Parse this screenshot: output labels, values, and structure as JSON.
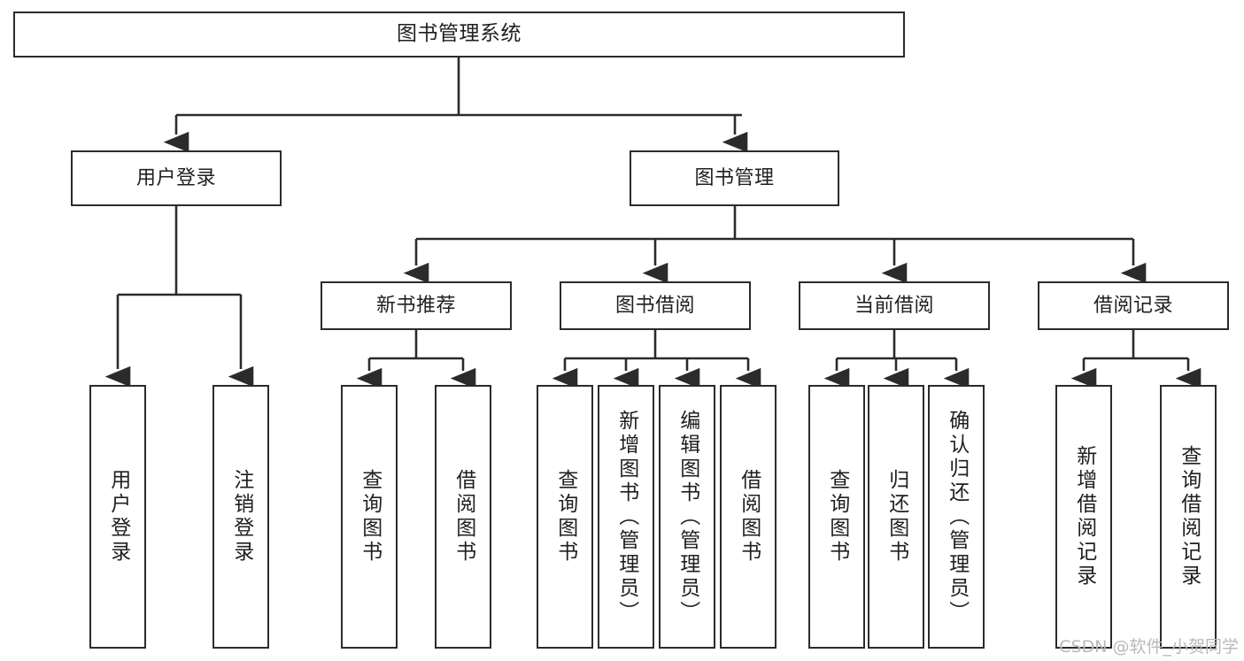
{
  "diagram": {
    "title": "图书管理系统",
    "type": "功能结构图",
    "watermark": "CSDN @软件_小贺同学",
    "style": {
      "box_border_color": "#2b2b2b",
      "box_fill_color": "#ffffff",
      "line_color": "#2b2b2b",
      "background": "#ffffff",
      "watermark_color": "#b9b9b9"
    },
    "root": {
      "label": "图书管理系统"
    },
    "level2": [
      {
        "label": "用户登录"
      },
      {
        "label": "图书管理"
      }
    ],
    "level3": [
      {
        "label": "新书推荐"
      },
      {
        "label": "图书借阅"
      },
      {
        "label": "当前借阅"
      },
      {
        "label": "借阅记录"
      }
    ],
    "leaves": {
      "user_login": [
        {
          "label": "用户登录"
        },
        {
          "label": "注销登录"
        }
      ],
      "new_book_recommend": [
        {
          "label": "查询图书"
        },
        {
          "label": "借阅图书"
        }
      ],
      "book_borrow": [
        {
          "label": "查询图书"
        },
        {
          "label": "新增图书（管理员）"
        },
        {
          "label": "编辑图书（管理员）"
        },
        {
          "label": "借阅图书"
        }
      ],
      "current_borrow": [
        {
          "label": "查询图书"
        },
        {
          "label": "归还图书"
        },
        {
          "label": "确认归还（管理员）"
        }
      ],
      "borrow_record": [
        {
          "label": "新增借阅记录"
        },
        {
          "label": "查询借阅记录"
        }
      ]
    }
  }
}
